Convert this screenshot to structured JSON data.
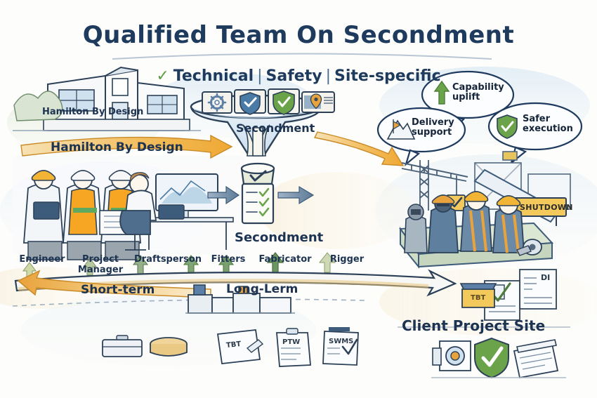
{
  "page": {
    "kind": "hand-drawn-infographic",
    "background_color": "#fdfdfb",
    "ink_color": "#1d3352",
    "title": "Qualified Team On Secondment",
    "subtitle": {
      "check_glyph": "✓",
      "parts": [
        "Technical",
        "Safety",
        "Site-specific"
      ],
      "separator": "|"
    }
  },
  "colors": {
    "navy": "#1e3a5c",
    "ink": "#16243a",
    "green": "#6ba34a",
    "dark_green": "#4d7c3a",
    "blue": "#4a7ba7",
    "slate_blue": "#5b7fa6",
    "orange": "#f0a93c",
    "amber": "#e8b04b",
    "yellow_sign": "#f3c95c",
    "pale_blue": "#cfe0ee",
    "paper": "#f6f4ee"
  },
  "left_block": {
    "building_label": "Hamilton By Design",
    "arrow_label": "Hamilton By Design",
    "arrow_direction": "right",
    "arrow_color": "#f0a93c"
  },
  "funnel": {
    "label": "Secondment",
    "cards": [
      {
        "icon": "gear-icon",
        "color": "#5b7fa6"
      },
      {
        "icon": "shield-check-blue-icon",
        "color": "#4a7ba7"
      },
      {
        "icon": "shield-check-green-icon",
        "color": "#6ba34a"
      },
      {
        "icon": "map-pin-card-icon",
        "color": "#e8a33c"
      }
    ]
  },
  "checklist": {
    "label": "Secondment",
    "check_glyph": "✓",
    "rows": 3,
    "check_color": "#6ba34a"
  },
  "bubbles": [
    {
      "id": "capability-uplift",
      "icon": "up-arrow-icon",
      "line1": "Capability",
      "line2": "uplift"
    },
    {
      "id": "delivery-support",
      "icon": "mountain-flag-icon",
      "line1": "Delivery",
      "line2": "support"
    },
    {
      "id": "safer-execution",
      "icon": "shield-check-icon",
      "line1": "Safer",
      "line2": "execution"
    }
  ],
  "roles": [
    {
      "label": "Engineer",
      "label2": ""
    },
    {
      "label": "Project",
      "label2": "Manager"
    },
    {
      "label": "Draftsperson",
      "label2": ""
    },
    {
      "label": "Fitters",
      "label2": ""
    },
    {
      "label": "Fabricator",
      "label2": ""
    },
    {
      "label": "Rigger",
      "label2": ""
    }
  ],
  "timeline": {
    "short_term": "Short-term",
    "long_term": "Long-Lerm",
    "short_arrow_color": "#f0b657",
    "long_arrow_color": "#f0b657"
  },
  "site": {
    "label": "Client Project Site",
    "sign_text": "SHUTDOWN",
    "crane_badge_glyph": "✓"
  },
  "documents": [
    {
      "label": "TBT"
    },
    {
      "label": "PTW"
    },
    {
      "label": "SWMS"
    }
  ],
  "site_docs": [
    {
      "label": "TBT"
    },
    {
      "label": "DI"
    }
  ],
  "footer_icons": [
    {
      "name": "camera-lens-icon"
    },
    {
      "name": "shield-check-icon"
    },
    {
      "name": "papers-stack-icon"
    }
  ]
}
